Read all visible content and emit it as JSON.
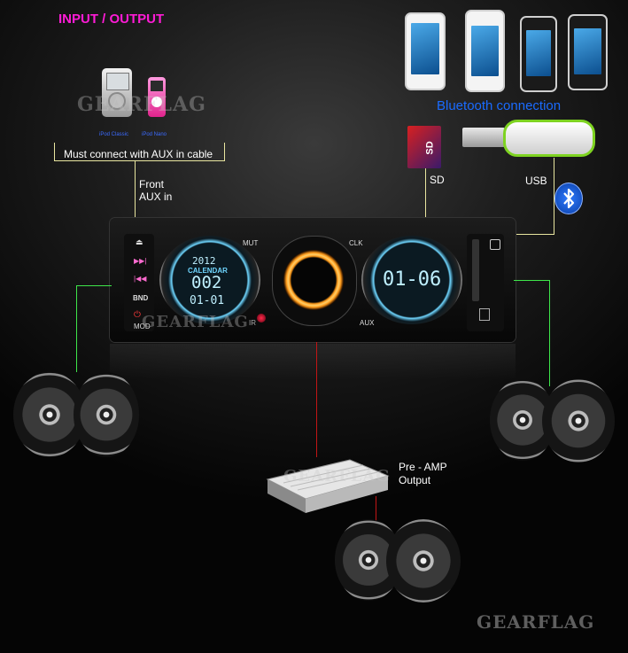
{
  "header": {
    "title": "INPUT / OUTPUT"
  },
  "ipods": [
    {
      "label": "iPod Classic"
    },
    {
      "label": "iPod Nano"
    }
  ],
  "aux_box": {
    "label": "Must connect with AUX in cable"
  },
  "front_aux": {
    "line1": "Front",
    "line2": "AUX in"
  },
  "bluetooth": {
    "label": "Bluetooth connection",
    "icon": "bluetooth-icon"
  },
  "sd": {
    "label": "SD",
    "card_text": "SD"
  },
  "usb": {
    "label": "USB"
  },
  "radio": {
    "left_display": {
      "year": "2012",
      "mode": "CALENDAR",
      "digits": "002",
      "date": "01-01"
    },
    "right_display": {
      "digits": "01-06"
    },
    "buttons_left": [
      "MOD",
      "BND"
    ],
    "labels": {
      "mut": "MUT",
      "clk": "CLK",
      "aux": "AUX",
      "ir": "IR"
    },
    "knob_ring_color": "#ff9a1a",
    "display_color": "#6fd6ff"
  },
  "amp": {
    "line1": "Pre - AMP",
    "line2": "Output"
  },
  "watermark": "GEARFLAG",
  "colors": {
    "accent_magenta": "#ff1bd6",
    "bluetooth_blue": "#1a6bff",
    "wire_green": "#3ee64a",
    "wire_yellow": "#e9e6a0",
    "wire_red": "#c21515"
  }
}
